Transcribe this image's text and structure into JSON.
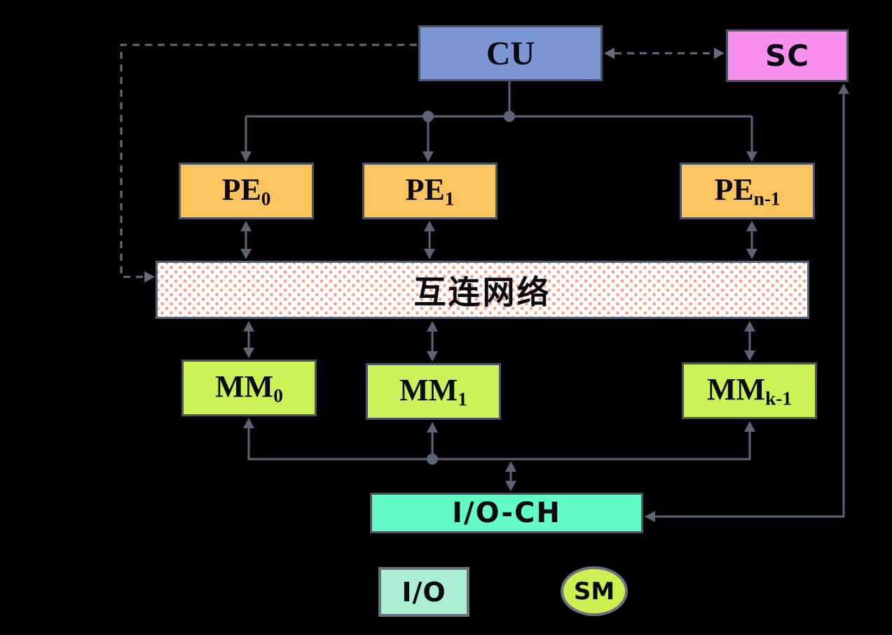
{
  "background": "#000000",
  "nodes": {
    "cu": {
      "label": "CU"
    },
    "sc": {
      "label": "SC"
    },
    "pe0": {
      "label": "PE",
      "sub": "0"
    },
    "pe1": {
      "label": "PE",
      "sub": "1"
    },
    "pen": {
      "label": "PE",
      "sub": "n-1"
    },
    "network": {
      "label": "互连网络"
    },
    "mm0": {
      "label": "MM",
      "sub": "0"
    },
    "mm1": {
      "label": "MM",
      "sub": "1"
    },
    "mmk": {
      "label": "MM",
      "sub": "k-1"
    },
    "ioch": {
      "label": "I/O-CH"
    },
    "io": {
      "label": "I/O"
    },
    "sm": {
      "label": "SM"
    }
  },
  "edges": [
    {
      "from": "cu",
      "to": "sc",
      "style": "dashed",
      "direction": "both"
    },
    {
      "from": "cu",
      "to": "network",
      "style": "dashed",
      "direction": "to"
    },
    {
      "from": "cu",
      "to": "pe0",
      "style": "solid",
      "direction": "to"
    },
    {
      "from": "cu",
      "to": "pe1",
      "style": "solid",
      "direction": "to"
    },
    {
      "from": "cu",
      "to": "pen",
      "style": "solid",
      "direction": "to"
    },
    {
      "from": "pe0",
      "to": "network",
      "style": "solid",
      "direction": "both"
    },
    {
      "from": "pe1",
      "to": "network",
      "style": "solid",
      "direction": "both"
    },
    {
      "from": "pen",
      "to": "network",
      "style": "solid",
      "direction": "both"
    },
    {
      "from": "network",
      "to": "mm0",
      "style": "solid",
      "direction": "both"
    },
    {
      "from": "network",
      "to": "mm1",
      "style": "solid",
      "direction": "both"
    },
    {
      "from": "network",
      "to": "mmk",
      "style": "solid",
      "direction": "both"
    },
    {
      "from": "ioch",
      "to": "mm0",
      "style": "solid",
      "direction": "to"
    },
    {
      "from": "ioch",
      "to": "mm1",
      "style": "solid",
      "direction": "to"
    },
    {
      "from": "ioch",
      "to": "mmk",
      "style": "solid",
      "direction": "to"
    },
    {
      "from": "mm-bus",
      "to": "ioch",
      "style": "solid",
      "direction": "both"
    },
    {
      "from": "ioch",
      "to": "sc",
      "style": "solid",
      "direction": "both"
    }
  ],
  "colors": {
    "cu_fill": "#7b96d3",
    "sc_fill": "#f98ff0",
    "pe_fill": "#fcc45e",
    "mm_fill": "#cbf357",
    "ioch_fill": "#62fdc6",
    "io_fill": "#aaefd1",
    "sm_fill": "#ccf04f",
    "network_fill": "#ffffff",
    "network_dots": "#f69874",
    "solid_line": "#5b6477",
    "dashed_line": "#646e80",
    "node_border": "#4b5365",
    "text": "#0a0a10"
  }
}
